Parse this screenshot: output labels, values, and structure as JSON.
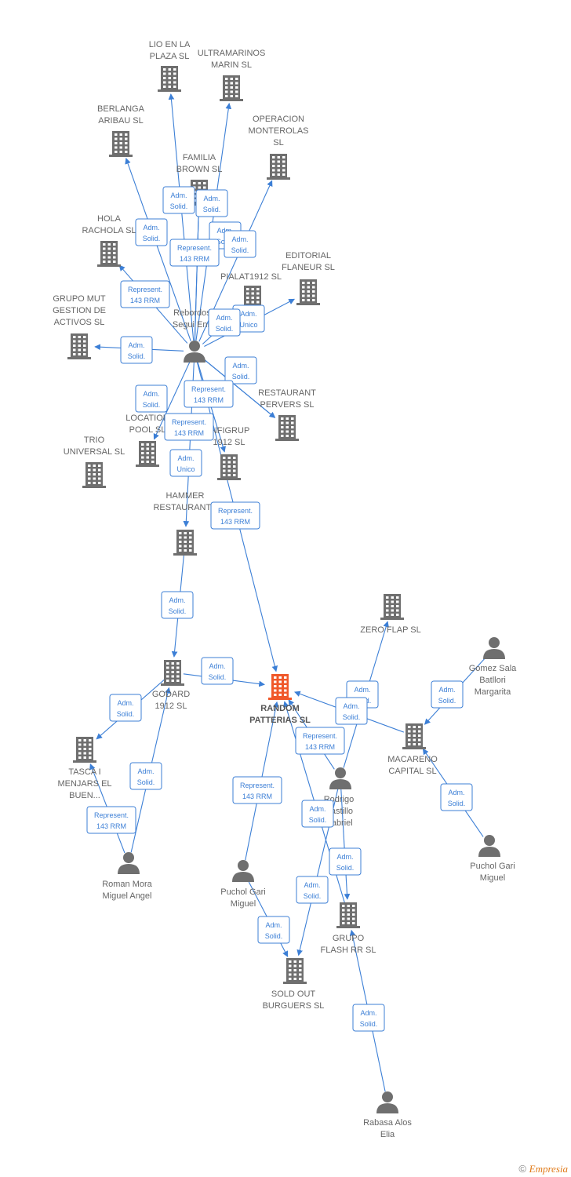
{
  "colors": {
    "edge": "#3c7fd6",
    "node": "#6f6f6f",
    "main": "#f0582a",
    "label": "#666666"
  },
  "nodes": [
    {
      "id": "random",
      "type": "company",
      "main": true,
      "label": [
        "RANDOM",
        "PATTERIAS  SL"
      ]
    },
    {
      "id": "lio",
      "type": "company",
      "label": [
        "LIO EN LA",
        "PLAZA  SL"
      ]
    },
    {
      "id": "ultra",
      "type": "company",
      "label": [
        "ULTRAMARINOS",
        "MARIN  SL"
      ]
    },
    {
      "id": "berlanga",
      "type": "company",
      "label": [
        "BERLANGA",
        "ARIBAU  SL"
      ]
    },
    {
      "id": "opmont",
      "type": "company",
      "label": [
        "OPERACION",
        "MONTEROLAS",
        "SL"
      ]
    },
    {
      "id": "familia",
      "type": "company",
      "label": [
        "FAMILIA",
        "BROWN  SL"
      ]
    },
    {
      "id": "hola",
      "type": "company",
      "label": [
        "HOLA",
        "RACHOLA  SL"
      ]
    },
    {
      "id": "editorial",
      "type": "company",
      "label": [
        "EDITORIAL",
        "FLANEUR  SL"
      ]
    },
    {
      "id": "pialat",
      "type": "company",
      "label": [
        "PIALAT1912  SL"
      ]
    },
    {
      "id": "grupomut",
      "type": "company",
      "label": [
        "GRUPO MUT",
        "GESTION DE",
        "ACTIVOS  SL"
      ]
    },
    {
      "id": "restaurant",
      "type": "company",
      "label": [
        "RESTAURANT",
        "PERVERS  SL"
      ]
    },
    {
      "id": "location",
      "type": "company",
      "label": [
        "LOCATION",
        "POOL  SL"
      ]
    },
    {
      "id": "infigrup",
      "type": "company",
      "label": [
        "INFIGRUP",
        "1912  SL"
      ]
    },
    {
      "id": "trio",
      "type": "company",
      "label": [
        "TRIO",
        "UNIVERSAL  SL"
      ]
    },
    {
      "id": "hammer",
      "type": "company",
      "label": [
        "HAMMER",
        "RESTAURANTS"
      ]
    },
    {
      "id": "zeroflap",
      "type": "company",
      "label": [
        "ZERO FLAP  SL"
      ]
    },
    {
      "id": "godard",
      "type": "company",
      "label": [
        "GODARD",
        "1912  SL"
      ]
    },
    {
      "id": "tasca",
      "type": "company",
      "label": [
        "TASCA I",
        "MENJARS EL",
        "BUEN..."
      ]
    },
    {
      "id": "macareno",
      "type": "company",
      "label": [
        "MACARENO",
        "CAPITAL  SL"
      ]
    },
    {
      "id": "grupoflash",
      "type": "company",
      "label": [
        "GRUPO",
        "FLASH RR  SL"
      ]
    },
    {
      "id": "soldout",
      "type": "company",
      "label": [
        "SOLD OUT",
        "BURGUERS  SL"
      ]
    },
    {
      "id": "rebordosa",
      "type": "person",
      "label": [
        "Rebordosa",
        "Segui Enric"
      ]
    },
    {
      "id": "gomez",
      "type": "person",
      "label": [
        "Gomez Sala",
        "Batllori",
        "Margarita"
      ]
    },
    {
      "id": "rodrigo",
      "type": "person",
      "label": [
        "Rodrigo",
        "Castillo",
        "Gabriel"
      ]
    },
    {
      "id": "roman",
      "type": "person",
      "label": [
        "Roman Mora",
        "Miguel Angel"
      ]
    },
    {
      "id": "puchol1",
      "type": "person",
      "label": [
        "Puchol Gari",
        "Miguel"
      ]
    },
    {
      "id": "puchol2",
      "type": "person",
      "label": [
        "Puchol Gari",
        "Miguel"
      ]
    },
    {
      "id": "rabasa",
      "type": "person",
      "label": [
        "Rabasa Alos",
        "Elia"
      ]
    }
  ],
  "edges": [
    {
      "from": "rebordosa",
      "to": "lio",
      "label": [
        "Adm.",
        "Solid."
      ]
    },
    {
      "from": "rebordosa",
      "to": "ultra",
      "label": [
        "Adm.",
        "Solid."
      ]
    },
    {
      "from": "rebordosa",
      "to": "berlanga",
      "label": [
        "Adm.",
        "Solid."
      ]
    },
    {
      "from": "rebordosa",
      "to": "familia",
      "label": [
        "Adm.",
        "Solid."
      ]
    },
    {
      "from": "rebordosa",
      "to": "opmont",
      "label": [
        "Adm.",
        "Solid."
      ]
    },
    {
      "from": "rebordosa",
      "to": "hola",
      "label": [
        "Represent.",
        "143 RRM"
      ]
    },
    {
      "from": "rebordosa",
      "to": "grupomut",
      "label": [
        "Adm.",
        "Solid."
      ]
    },
    {
      "from": "rebordosa",
      "to": "editorial",
      "label": [
        "Adm.",
        "Unico"
      ]
    },
    {
      "from": "rebordosa",
      "to": "pialat",
      "label": [
        "Adm.",
        "Solid."
      ]
    },
    {
      "from": "rebordosa",
      "to": "restaurant",
      "label": [
        "Adm.",
        "Solid."
      ]
    },
    {
      "from": "rebordosa",
      "to": "location",
      "label": [
        "Adm.",
        "Solid."
      ]
    },
    {
      "from": "rebordosa",
      "to": "infigrup",
      "label": [
        "Adm.",
        "Unico"
      ]
    },
    {
      "from": "rebordosa",
      "to": "hammer",
      "label": [
        "Represent.",
        "143 RRM"
      ]
    },
    {
      "from": "rebordosa",
      "to": "random",
      "label": [
        "Represent.",
        "143 RRM"
      ]
    },
    {
      "from": "rebordosa",
      "to": "familia",
      "label": [
        "Represent.",
        "143 RRM"
      ]
    },
    {
      "from": "rebordosa",
      "to": "restaurant",
      "label": [
        "Represent.",
        "143 RRM"
      ]
    },
    {
      "from": "godard",
      "to": "random",
      "label": [
        "Adm.",
        "Solid."
      ]
    },
    {
      "from": "hammer",
      "to": "godard",
      "label": [
        "Adm.",
        "Solid."
      ]
    },
    {
      "from": "godard",
      "to": "tasca",
      "label": [
        "Adm.",
        "Solid."
      ]
    },
    {
      "from": "roman",
      "to": "godard",
      "label": [
        "Adm.",
        "Solid."
      ]
    },
    {
      "from": "roman",
      "to": "tasca",
      "label": [
        "Represent.",
        "143 RRM"
      ]
    },
    {
      "from": "puchol1",
      "to": "random",
      "label": [
        "Represent.",
        "143 RRM"
      ]
    },
    {
      "from": "puchol1",
      "to": "soldout",
      "label": [
        "Adm.",
        "Solid."
      ]
    },
    {
      "from": "rodrigo",
      "to": "zeroflap",
      "label": [
        "Adm.",
        "Solid."
      ]
    },
    {
      "from": "macareno",
      "to": "random",
      "label": [
        "Adm.",
        "Solid."
      ]
    },
    {
      "from": "rodrigo",
      "to": "random",
      "label": [
        "Represent.",
        "143 RRM"
      ]
    },
    {
      "from": "gomez",
      "to": "macareno",
      "label": [
        "Adm.",
        "Solid."
      ]
    },
    {
      "from": "puchol2",
      "to": "macareno",
      "label": [
        "Adm.",
        "Solid."
      ]
    },
    {
      "from": "rodrigo",
      "to": "grupoflash",
      "label": [
        "Adm.",
        "Solid."
      ]
    },
    {
      "from": "grupoflash",
      "to": "random",
      "label": [
        "Adm.",
        "Solid."
      ]
    },
    {
      "from": "rodrigo",
      "to": "soldout",
      "label": [
        "Adm.",
        "Solid."
      ]
    },
    {
      "from": "rabasa",
      "to": "grupoflash",
      "label": [
        "Adm.",
        "Solid."
      ]
    }
  ],
  "footer": {
    "copyright": "©",
    "brand": "Empresia"
  }
}
